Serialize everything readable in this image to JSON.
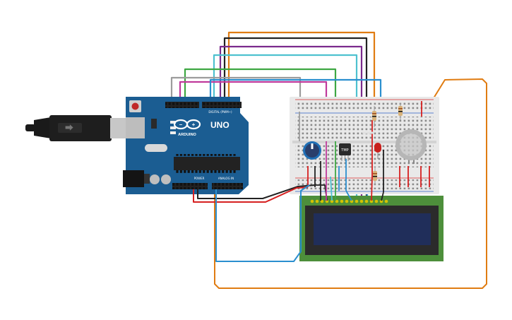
{
  "arduino": {
    "model_label": "UNO",
    "brand_label": "ARDUINO",
    "digital_header_label": "DIGITAL (PWM~)",
    "power_label": "POWER",
    "analog_label": "ANALOG IN",
    "board_color": "#1b5d92"
  },
  "breadboard": {
    "color": "#e9e9e9",
    "rail_red": "#d42a2a",
    "rail_blue": "#2a62c4"
  },
  "components": {
    "temp_sensor_label": "TMP",
    "potentiometer": "potentiometer",
    "led_color": "#c8201c",
    "gas_sensor": "gas-sensor"
  },
  "lcd": {
    "body_color": "#4d8f3b",
    "screen_color": "#202e5a"
  },
  "usb_cable": {
    "color": "#1a1a1a"
  },
  "wire_colors": {
    "orange": "#e07c12",
    "black": "#222222",
    "purple": "#7a2a8c",
    "cyan": "#4ec1cf",
    "green": "#3ea743",
    "gray": "#9c9c9c",
    "magenta": "#c03a9c",
    "blue": "#2b8fcf",
    "red": "#d62020"
  }
}
